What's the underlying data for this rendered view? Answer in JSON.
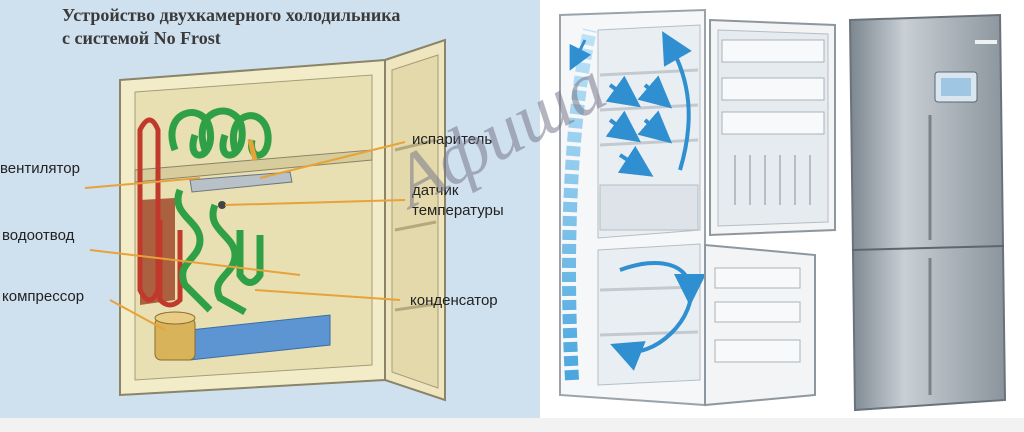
{
  "title": {
    "line1": "Устройство двухкамерного холодильника",
    "line2": "с системой No Frost"
  },
  "labels": {
    "fan": "вентилятор",
    "drain": "водоотвод",
    "compressor": "компрессор",
    "evaporator": "испаритель",
    "sensor_line1": "датчик",
    "sensor_line2": "температуры",
    "condenser": "конденсатор"
  },
  "watermark": "Афиша",
  "colors": {
    "panel_bg": "#cfe0ee",
    "coil_green": "#2fa045",
    "coil_red": "#c0392b",
    "airflow_blue": "#2f8fd0",
    "leader_orange": "#e8a23a",
    "steel": "#a9b2ba"
  }
}
